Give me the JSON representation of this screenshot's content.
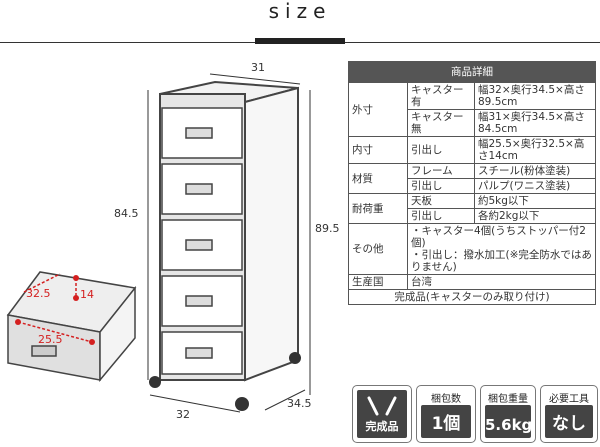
{
  "heading": "size",
  "dimensions": {
    "width_top": "31",
    "height_left": "84.5",
    "height_right": "89.5",
    "width_bottom": "32",
    "depth_bottom": "34.5",
    "drawer_width": "25.5",
    "drawer_depth": "32.5",
    "drawer_height": "14"
  },
  "spec_table": {
    "header": "商品詳細",
    "rows": [
      {
        "group": "外寸",
        "sub": "キャスター有",
        "value": "幅32×奥行34.5×高さ89.5cm"
      },
      {
        "group": "",
        "sub": "キャスター無",
        "value": "幅31×奥行34.5×高さ84.5cm"
      },
      {
        "group": "内寸",
        "sub": "引出し",
        "value": "幅25.5×奥行32.5×高さ14cm"
      },
      {
        "group": "材質",
        "sub": "フレーム",
        "value": "スチール(粉体塗装)"
      },
      {
        "group": "",
        "sub": "引出し",
        "value": "パルプ(ワニス塗装)"
      },
      {
        "group": "耐荷重",
        "sub": "天板",
        "value": "約5kg以下"
      },
      {
        "group": "",
        "sub": "引出し",
        "value": "各約2kg以下"
      },
      {
        "group": "その他",
        "sub": "",
        "value": "・キャスター4個(うちストッパー付2個)\n・引出し：撥水加工(※完全防水ではありません)"
      },
      {
        "group": "生産国",
        "sub": "",
        "value": "台湾"
      }
    ],
    "footer": "完成品(キャスターのみ取り付け)"
  },
  "badges": [
    {
      "label": "",
      "value": "完成品"
    },
    {
      "label": "梱包数",
      "value": "1個"
    },
    {
      "label": "梱包重量",
      "value": "5.6kg"
    },
    {
      "label": "必要工具",
      "value": "なし"
    }
  ]
}
